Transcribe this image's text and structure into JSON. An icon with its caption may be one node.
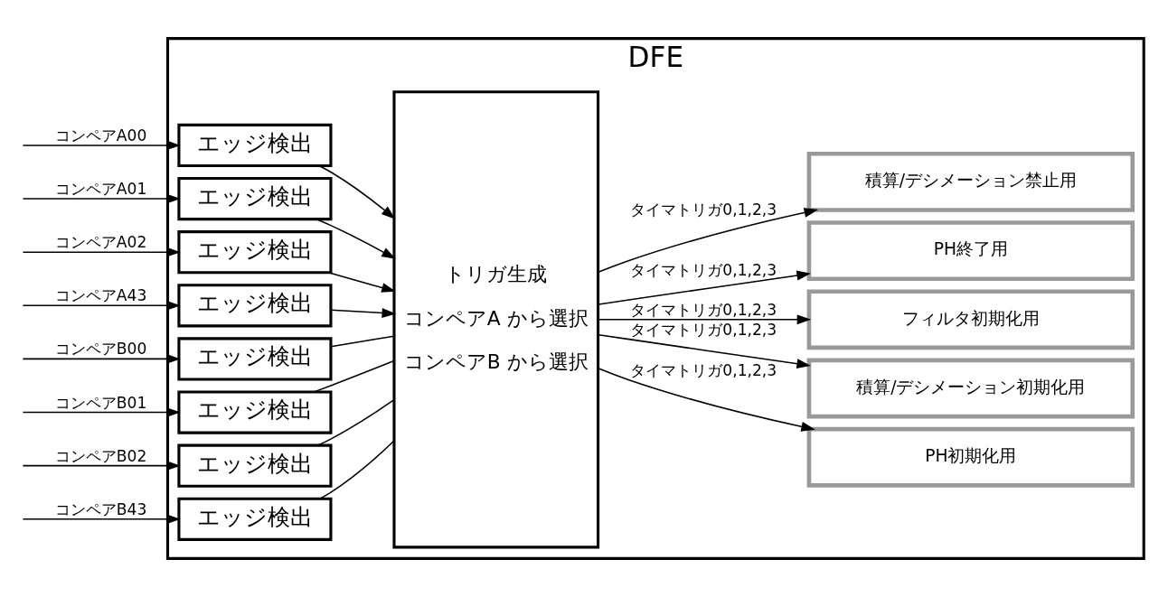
{
  "diagram": {
    "nodes": [
      {
        "text": [
          "DFE"
        ]
      },
      {
        "text": [
          "エッジ検出"
        ],
        "in": 0
      },
      {
        "text": [
          "エッジ検出"
        ],
        "in": 0
      },
      {
        "text": [
          "エッジ検出"
        ],
        "in": 0
      },
      {
        "text": [
          "エッジ検出"
        ],
        "in": 0
      },
      {
        "text": [
          "エッジ検出"
        ],
        "in": 0
      },
      {
        "text": [
          "エッジ検出"
        ],
        "in": 0
      },
      {
        "text": [
          "エッジ検出"
        ],
        "in": 0
      },
      {
        "text": [
          "エッジ検出"
        ],
        "in": 0
      },
      {
        "text": [
          "トリガ生成",
          "コンペアA から選択",
          "コンペアB から選択"
        ],
        "in": 0
      },
      {
        "text": [
          "PH初期化用"
        ],
        "in": 0
      },
      {
        "text": [
          "積算/デシメーション初期化用"
        ],
        "in": 0
      },
      {
        "text": [
          "フィルタ初期化用"
        ],
        "in": 0
      },
      {
        "text": [
          "PH終了用"
        ],
        "in": 0
      },
      {
        "text": [
          "積算/デシメーション禁止用"
        ],
        "in": 0
      }
    ],
    "edges": [
      {
        "from": null,
        "to": 1,
        "arrow": "to",
        "label": "コンペアA00"
      },
      {
        "from": null,
        "to": 2,
        "arrow": "to",
        "label": "コンペアA01"
      },
      {
        "from": null,
        "to": 3,
        "arrow": "to",
        "label": "コンペアA02"
      },
      {
        "from": null,
        "to": 4,
        "arrow": "to",
        "label": "コンペアA43"
      },
      {
        "from": null,
        "to": 5,
        "arrow": "to",
        "label": "コンペアB00"
      },
      {
        "from": null,
        "to": 6,
        "arrow": "to",
        "label": "コンペアB01"
      },
      {
        "from": null,
        "to": 7,
        "arrow": "to",
        "label": "コンペアB02"
      },
      {
        "from": null,
        "to": 8,
        "arrow": "to",
        "label": "コンペアB43"
      },
      {
        "from": 1,
        "to": 9,
        "arrow": "to"
      },
      {
        "from": 2,
        "to": 9,
        "arrow": "to"
      },
      {
        "from": 3,
        "to": 9,
        "arrow": "to"
      },
      {
        "from": 4,
        "to": 9,
        "arrow": "to"
      },
      {
        "from": 5,
        "to": 9,
        "arrow": "none"
      },
      {
        "from": 6,
        "to": 9,
        "arrow": "none"
      },
      {
        "from": 7,
        "to": 9,
        "arrow": "none"
      },
      {
        "from": 8,
        "to": 9,
        "arrow": "none"
      },
      {
        "from": 9,
        "to": 10,
        "arrow": "to",
        "label": "タイマトリガ0,1,2,3"
      },
      {
        "from": 9,
        "to": 11,
        "arrow": "to",
        "label": "タイマトリガ0,1,2,3"
      },
      {
        "from": 9,
        "to": 12,
        "arrow": "to",
        "label": "タイマトリガ0,1,2,3"
      },
      {
        "from": 9,
        "to": 13,
        "arrow": "to",
        "label": "タイマトリガ0,1,2,3"
      },
      {
        "from": 9,
        "to": 14,
        "arrow": "to",
        "label": "タイマトリガ0,1,2,3"
      }
    ]
  }
}
